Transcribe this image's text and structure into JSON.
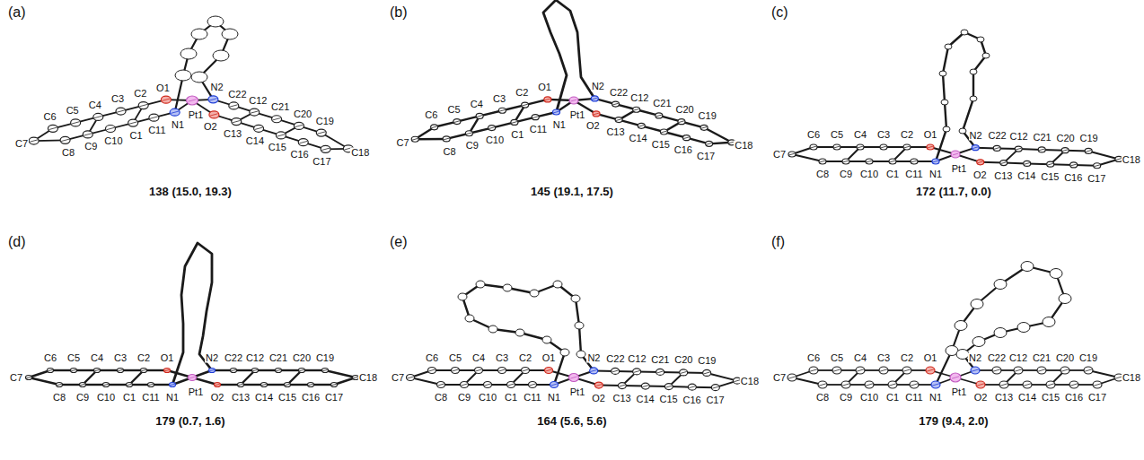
{
  "diagram": {
    "labels": [
      "(a)",
      "O1",
      "C2",
      "C3",
      "C4",
      "C5",
      "C6",
      "C7",
      "C8",
      "C9",
      "C10",
      "C1",
      "C11",
      "N1",
      "Pt1",
      "N2",
      "C22",
      "C12",
      "C13",
      "O2",
      "C21",
      "C20",
      "C19",
      "C18",
      "C17",
      "C16",
      "C15",
      "C14",
      "138 (15.0, 19.3)",
      "(b)",
      "O1",
      "C2",
      "C3",
      "C4",
      "C5",
      "C6",
      "C7",
      "C8",
      "C9",
      "C10",
      "C1",
      "C11",
      "N1",
      "Pt1",
      "N2",
      "C22",
      "C12",
      "C13",
      "O2",
      "C21",
      "C20",
      "C19",
      "C18",
      "C17",
      "C16",
      "C15",
      "C14",
      "145 (19.1, 17.5)",
      "(c)",
      "O1",
      "C2",
      "C3",
      "C4",
      "C5",
      "C6",
      "C7",
      "C8",
      "C9",
      "C10",
      "C1",
      "C11",
      "N1",
      "Pt1",
      "N2",
      "C22",
      "C12",
      "C13",
      "O2",
      "C21",
      "C20",
      "C19",
      "C18",
      "C17",
      "C16",
      "C15",
      "C14",
      "172 (11.7, 0.0)",
      "(d)",
      "O1",
      "C2",
      "C3",
      "C4",
      "C5",
      "C6",
      "C7",
      "C8",
      "C9",
      "C10",
      "C1",
      "C11",
      "N1",
      "Pt1",
      "N2",
      "C22",
      "C12",
      "C13",
      "O2",
      "C21",
      "C20",
      "C19",
      "C18",
      "C17",
      "C16",
      "C15",
      "C14",
      "179 (0.7, 1.6)",
      "(e)",
      "O1",
      "C2",
      "C3",
      "C4",
      "C5",
      "C6",
      "C7",
      "C8",
      "C9",
      "C10",
      "C1",
      "C11",
      "N1",
      "Pt1",
      "N2",
      "C22",
      "C12",
      "C13",
      "O2",
      "C21",
      "C20",
      "C19",
      "C18",
      "C17",
      "C16",
      "C15",
      "C14",
      "164 (5.6, 5.6)",
      "(f)",
      "O1",
      "C2",
      "C3",
      "C4",
      "C5",
      "C6",
      "C7",
      "C8",
      "C9",
      "C10",
      "C1",
      "C11",
      "N1",
      "Pt1",
      "N2",
      "C22",
      "C12",
      "C13",
      "O2",
      "C21",
      "C20",
      "C19",
      "C18",
      "C17",
      "C16",
      "C15",
      "C14",
      "179 (9.4, 2.0)"
    ]
  }
}
